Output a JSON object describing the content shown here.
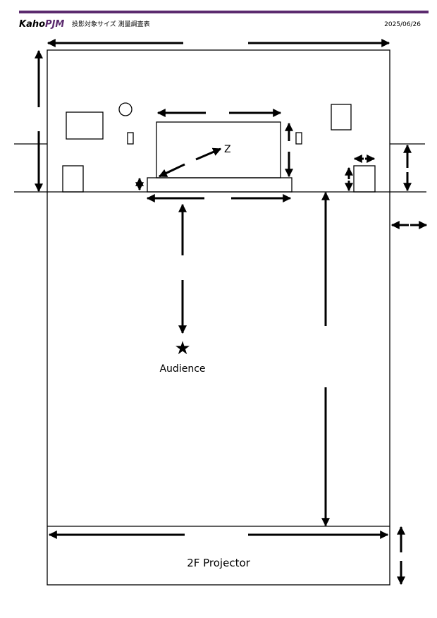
{
  "header": {
    "brand_prefix": "Kaho",
    "brand_suffix": "PJM",
    "title": "投影対象サイズ 測量調査表",
    "date": "2025/06/26",
    "accent_color": "#5b2a6e"
  },
  "diagram": {
    "screen_diagonal_label": "Z",
    "audience_label": "Audience",
    "projector_label": "2F Projector"
  }
}
